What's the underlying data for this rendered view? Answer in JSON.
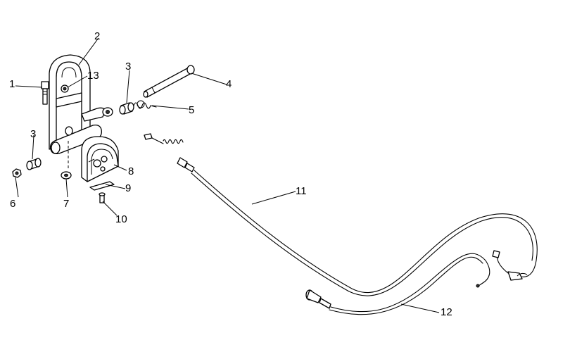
{
  "diagram": {
    "callouts": [
      {
        "id": "1",
        "label": "1"
      },
      {
        "id": "2",
        "label": "2"
      },
      {
        "id": "3a",
        "label": "3"
      },
      {
        "id": "3b",
        "label": "3"
      },
      {
        "id": "4",
        "label": "4"
      },
      {
        "id": "5",
        "label": "5"
      },
      {
        "id": "6",
        "label": "6"
      },
      {
        "id": "7",
        "label": "7"
      },
      {
        "id": "8",
        "label": "8"
      },
      {
        "id": "9",
        "label": "9"
      },
      {
        "id": "10",
        "label": "10"
      },
      {
        "id": "11",
        "label": "11"
      },
      {
        "id": "12",
        "label": "12"
      },
      {
        "id": "13",
        "label": "13"
      }
    ]
  }
}
